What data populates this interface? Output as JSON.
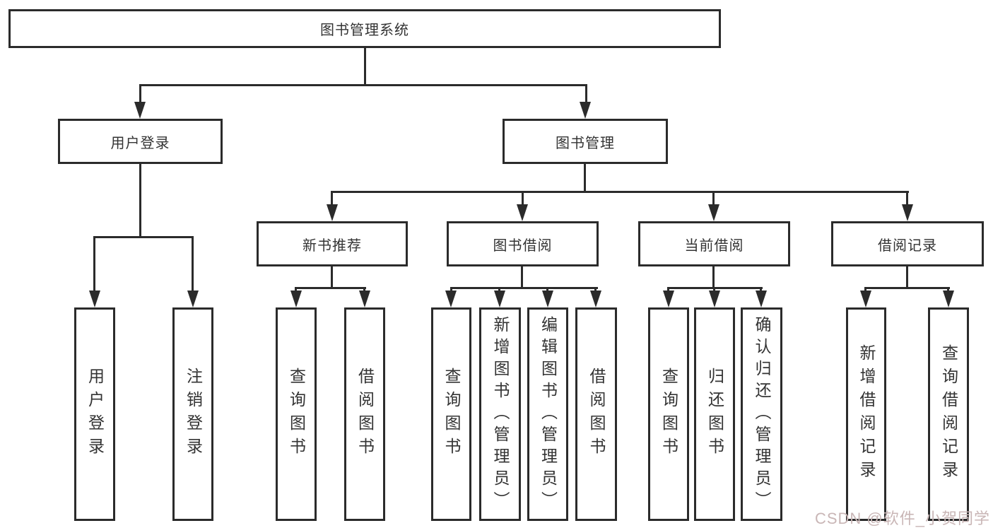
{
  "colors": {
    "line": "#2b2b2b",
    "text": "#333333",
    "box_background": "#ffffff",
    "page_background": "#ffffff",
    "watermark": "#c9b6b6"
  },
  "watermark": {
    "text": "CSDN @软件_小贺同学"
  },
  "tree": {
    "label": "图书管理系统",
    "children": [
      {
        "label": "用户登录",
        "children": [
          {
            "label": "用户登录"
          },
          {
            "label": "注销登录"
          }
        ]
      },
      {
        "label": "图书管理",
        "children": [
          {
            "label": "新书推荐",
            "children": [
              {
                "label": "查询图书"
              },
              {
                "label": "借阅图书"
              }
            ]
          },
          {
            "label": "图书借阅",
            "children": [
              {
                "label": "查询图书"
              },
              {
                "label": "新增图书（管理员）"
              },
              {
                "label": "编辑图书（管理员）"
              },
              {
                "label": "借阅图书"
              }
            ]
          },
          {
            "label": "当前借阅",
            "children": [
              {
                "label": "查询图书"
              },
              {
                "label": "归还图书"
              },
              {
                "label": "确认归还（管理员）"
              }
            ]
          },
          {
            "label": "借阅记录",
            "children": [
              {
                "label": "新增借阅记录"
              },
              {
                "label": "查询借阅记录"
              }
            ]
          }
        ]
      }
    ]
  }
}
